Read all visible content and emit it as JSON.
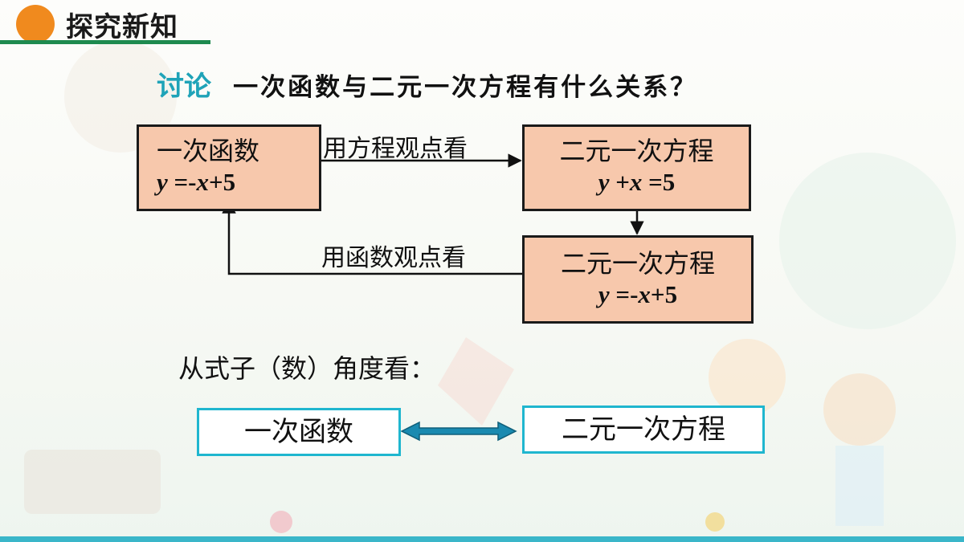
{
  "header": {
    "title": "探究新知"
  },
  "question": {
    "label": "讨论",
    "text": "一次函数与二元一次方程有什么关系？"
  },
  "flow": {
    "box_linear": {
      "title": "一次函数",
      "eq_var": "y",
      "eq_rest": " =-",
      "eq_x": "x",
      "eq_tail": "+5"
    },
    "box_eq1": {
      "title": "二元一次方程",
      "eq_var": "y",
      "eq_mid": " +",
      "eq_x": "x",
      "eq_tail": " =5"
    },
    "box_eq2": {
      "title": "二元一次方程",
      "eq_var": "y",
      "eq_mid": " =-",
      "eq_x": "x",
      "eq_tail": "+5"
    },
    "arrow_top_label": "用方程观点看",
    "arrow_bottom_label": "用函数观点看"
  },
  "section": {
    "label": "从式子（数）角度看：",
    "left_box": "一次函数",
    "right_box": "二元一次方程"
  },
  "colors": {
    "accent_teal": "#1fa3b8",
    "box_fill": "#f7c8ac",
    "header_green": "#1e8a4f",
    "header_orange": "#f08a1e"
  }
}
